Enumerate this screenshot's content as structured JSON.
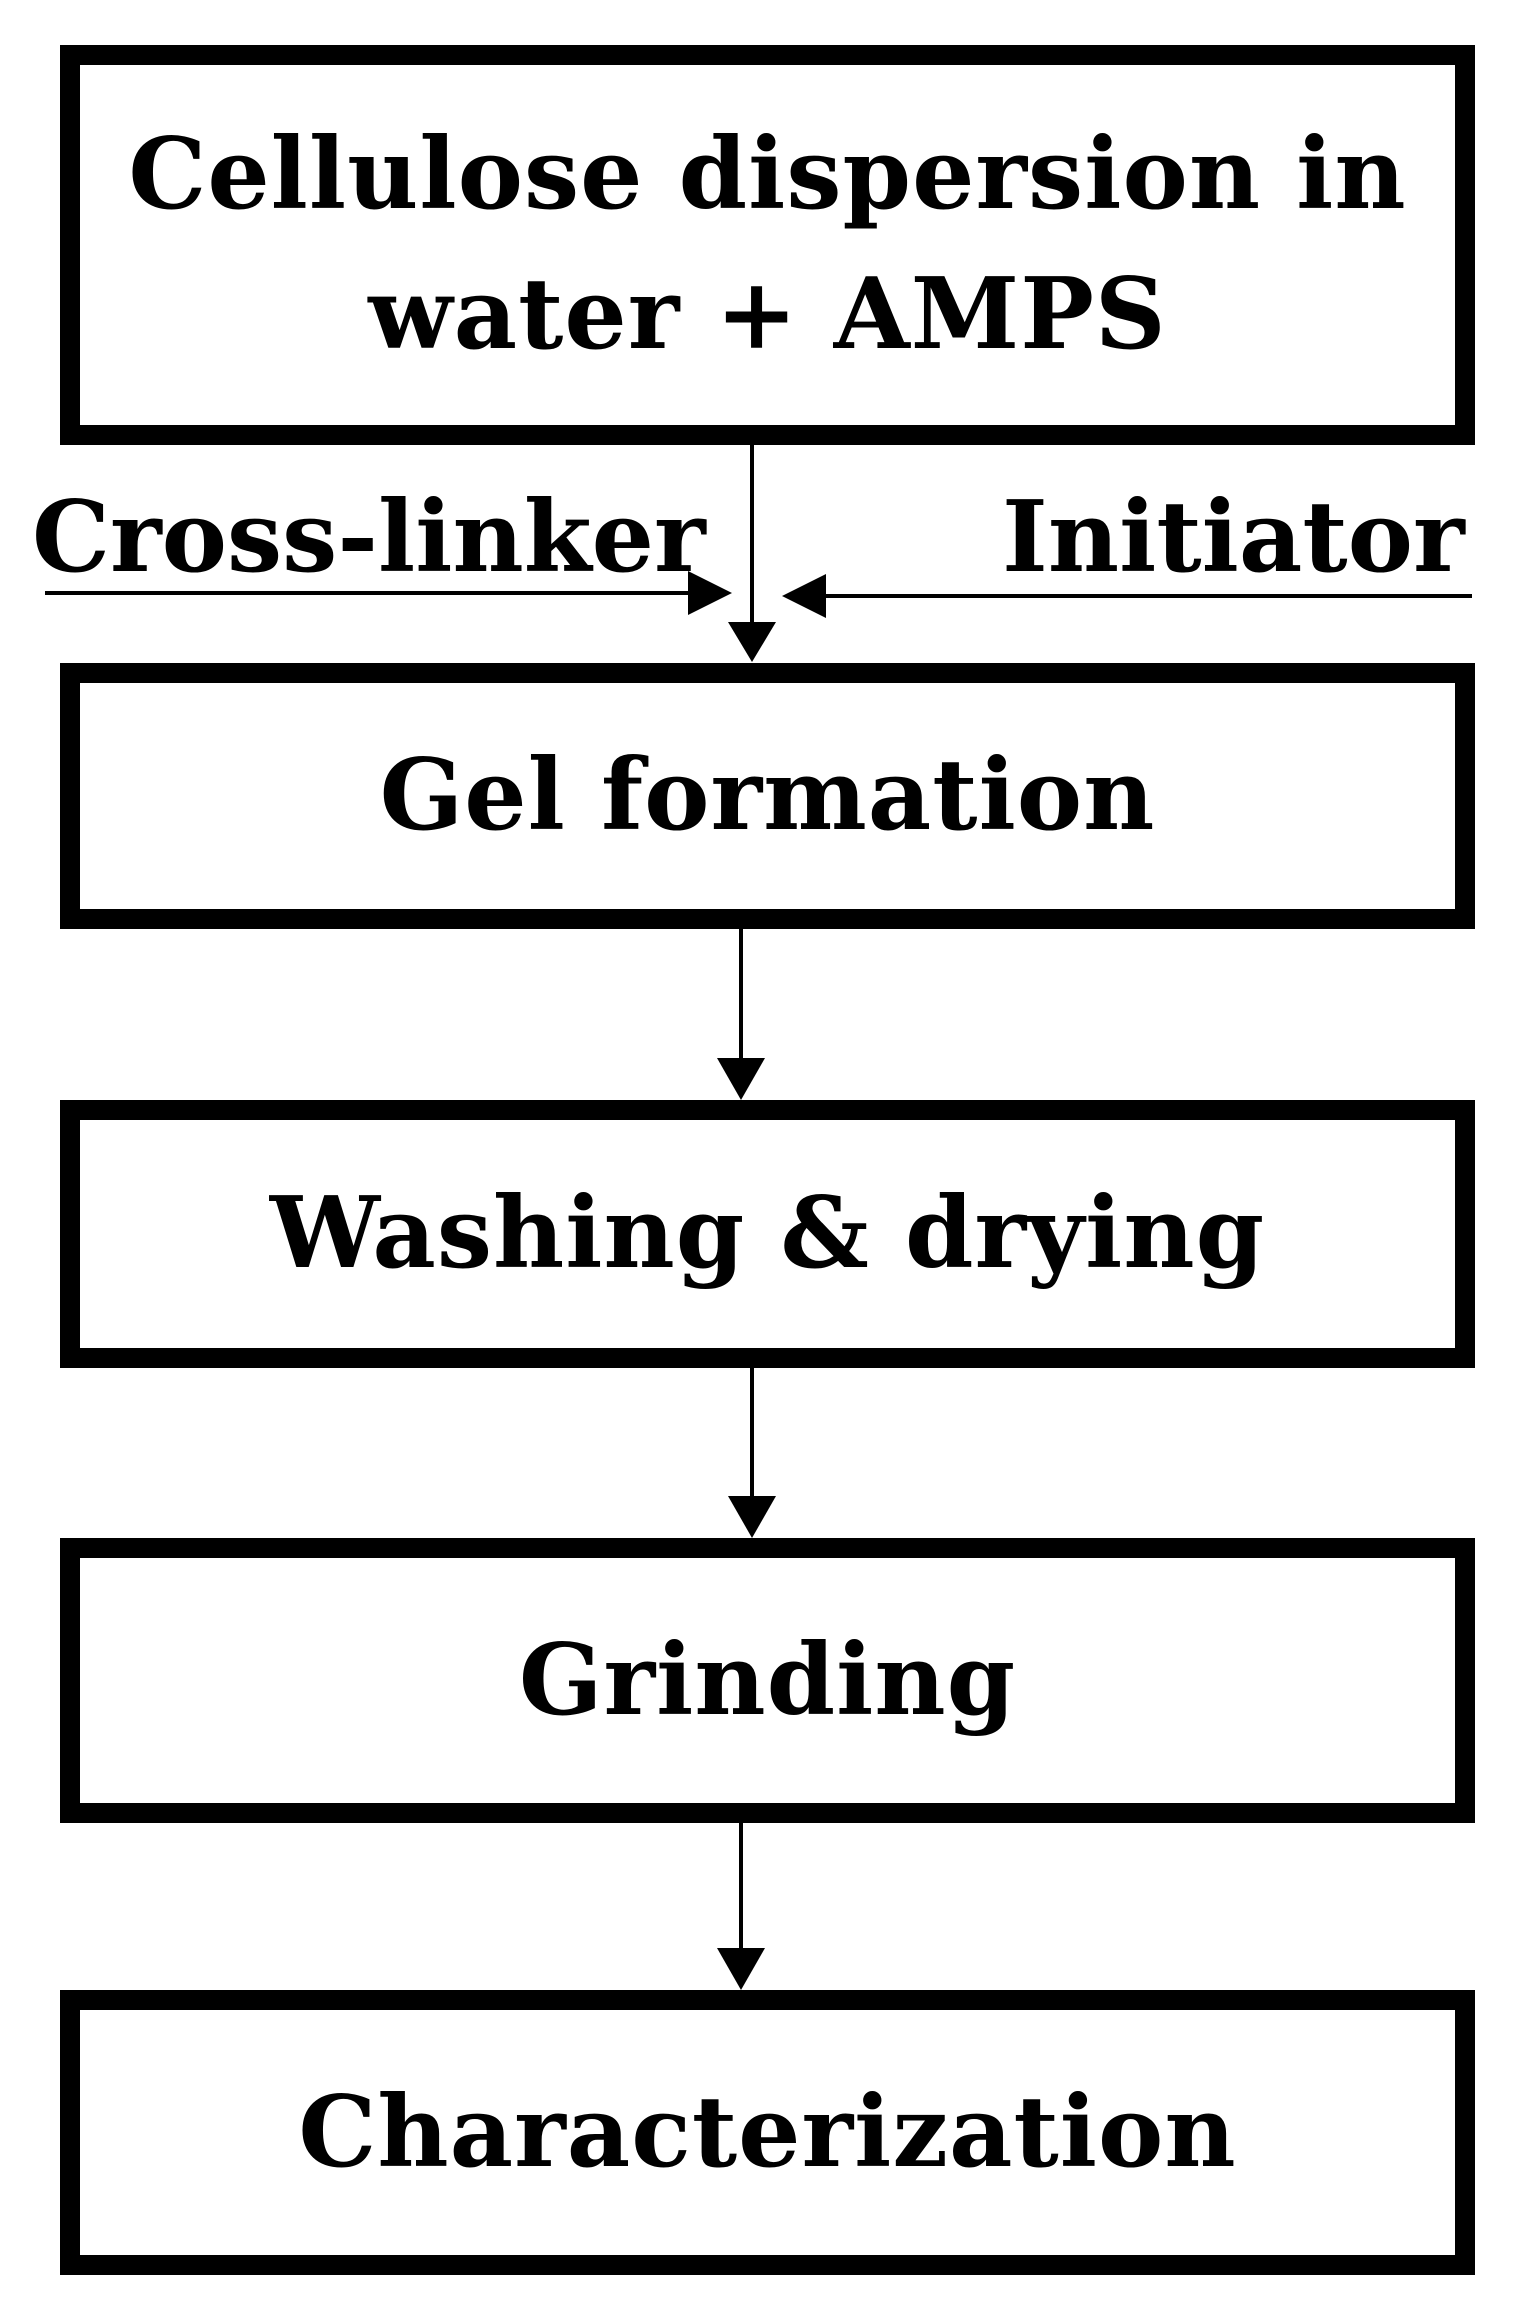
{
  "steps": [
    {
      "line1": "Cellulose dispersion in",
      "line2": "water + AMPS"
    },
    {
      "line1": "Gel formation"
    },
    {
      "line1": "Washing & drying"
    },
    {
      "line1": "Grinding"
    },
    {
      "line1": "Characterization"
    }
  ],
  "inputs": {
    "left": "Cross-linker",
    "right": "Initiator"
  },
  "colors": {
    "stroke": "#000000",
    "background": "#ffffff"
  }
}
